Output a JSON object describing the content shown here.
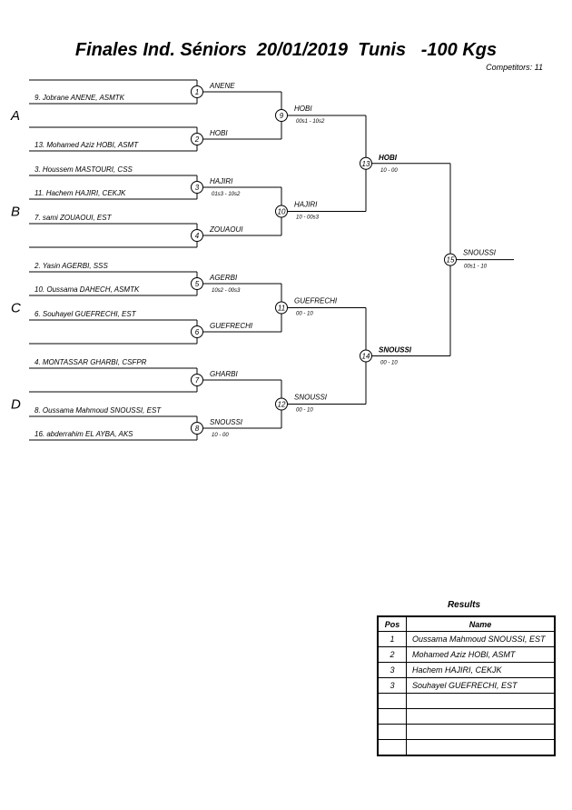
{
  "title": "Finales Ind. Séniors  20/01/2019  Tunis   -100 Kgs",
  "competitors": "Competitors: 11",
  "pools": [
    "A",
    "B",
    "C",
    "D"
  ],
  "entries": [
    "9. Jobrane ANENE, ASMTK",
    "13. Mohamed Aziz HOBI, ASMT",
    "3. Houssem MASTOURI, CSS",
    "11. Hachem HAJIRI, CEKJK",
    "7. sami ZOUAOUI, EST",
    "2. Yasin AGERBI, SSS",
    "10. Oussama DAHECH, ASMTK",
    "6. Souhayel GUEFRECHI, EST",
    "4. MONTASSAR GHARBI, CSFPR",
    "8. Oussama Mahmoud SNOUSSI, EST",
    "16. abderrahim EL AYBA, AKS"
  ],
  "round1": [
    {
      "no": "1",
      "winner": "ANENE",
      "score": ""
    },
    {
      "no": "2",
      "winner": "HOBI",
      "score": ""
    },
    {
      "no": "3",
      "winner": "HAJIRI",
      "score": "01s3 - 10s2"
    },
    {
      "no": "4",
      "winner": "ZOUAOUI",
      "score": ""
    },
    {
      "no": "5",
      "winner": "AGERBI",
      "score": "10s2 - 00s3"
    },
    {
      "no": "6",
      "winner": "GUEFRECHI",
      "score": ""
    },
    {
      "no": "7",
      "winner": "GHARBI",
      "score": ""
    },
    {
      "no": "8",
      "winner": "SNOUSSI",
      "score": "10 - 00"
    }
  ],
  "round2": [
    {
      "no": "9",
      "winner": "HOBI",
      "score": "00s1 - 10s2"
    },
    {
      "no": "10",
      "winner": "HAJIRI",
      "score": "10 - 00s3"
    },
    {
      "no": "11",
      "winner": "GUEFRECHI",
      "score": "00 - 10"
    },
    {
      "no": "12",
      "winner": "SNOUSSI",
      "score": "00 - 10"
    }
  ],
  "semis": [
    {
      "no": "13",
      "winner": "HOBI",
      "score": "10 - 00"
    },
    {
      "no": "14",
      "winner": "SNOUSSI",
      "score": "00 - 10"
    }
  ],
  "final": {
    "no": "15",
    "winner": "SNOUSSI",
    "score": "00s1 - 10"
  },
  "results": {
    "title": "Results",
    "headers": [
      "Pos",
      "Name"
    ],
    "rows": [
      {
        "pos": "1",
        "name": "Oussama Mahmoud SNOUSSI, EST"
      },
      {
        "pos": "2",
        "name": "Mohamed Aziz HOBI, ASMT"
      },
      {
        "pos": "3",
        "name": "Hachem HAJIRI, CEKJK"
      },
      {
        "pos": "3",
        "name": "Souhayel GUEFRECHI, EST"
      },
      {
        "pos": "",
        "name": ""
      },
      {
        "pos": "",
        "name": ""
      },
      {
        "pos": "",
        "name": ""
      },
      {
        "pos": "",
        "name": ""
      }
    ]
  }
}
